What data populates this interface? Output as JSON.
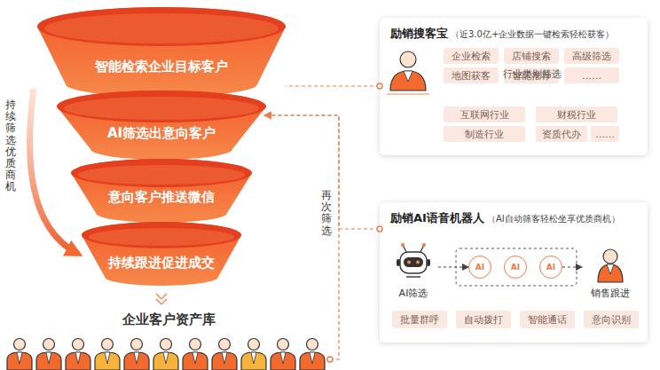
{
  "diagram": {
    "nodes": [
      {
        "text": [
          "智能检索企业目标客户"
        ]
      },
      {
        "text": [
          "AI筛选出意向客户"
        ]
      },
      {
        "text": [
          "意向客户推送微信"
        ]
      },
      {
        "text": [
          "持续跟进促进成交"
        ]
      },
      {
        "text": [
          "企业客户资产库"
        ]
      },
      {
        "text": [
          "励销搜客宝",
          "（近3.0亿+企业数据一键检索轻松获客）"
        ]
      },
      {
        "text": [
          "企业检索"
        ],
        "in": 5
      },
      {
        "text": [
          "店铺搜索"
        ],
        "in": 5
      },
      {
        "text": [
          "高级筛选"
        ],
        "in": 5
      },
      {
        "text": [
          "地图获客"
        ],
        "in": 5
      },
      {
        "text": [
          "智能推荐"
        ],
        "in": 5
      },
      {
        "text": [
          "……"
        ],
        "in": 5
      },
      {
        "text": [
          "互联网行业"
        ],
        "in": 5
      },
      {
        "text": [
          "财税行业"
        ],
        "in": 5
      },
      {
        "text": [
          "制造行业"
        ],
        "in": 5
      },
      {
        "text": [
          "资质代办"
        ],
        "in": 5
      },
      {
        "text": [
          "……"
        ],
        "in": 5
      },
      {
        "text": [
          "励销AI语音机器人",
          "（AI自动筛客轻松坐享优质商机）"
        ]
      },
      {
        "text": [
          "AI筛选"
        ],
        "in": 17
      },
      {
        "text": [
          "AI"
        ],
        "in": 17
      },
      {
        "text": [
          "AI"
        ],
        "in": 17
      },
      {
        "text": [
          "AI"
        ],
        "in": 17
      },
      {
        "text": [
          "销售跟进"
        ],
        "in": 17
      },
      {
        "text": [
          "批量群呼"
        ],
        "in": 17
      },
      {
        "text": [
          "自动拨打"
        ],
        "in": 17
      },
      {
        "text": [
          "智能通话"
        ],
        "in": 17
      },
      {
        "text": [
          "意向识别"
        ],
        "in": 17
      }
    ],
    "edges": [
      {
        "from": 5,
        "to": 0,
        "arrow": "none"
      },
      {
        "from": 17,
        "to": 1,
        "arrow": "to",
        "label": "再次筛选"
      },
      {
        "from": 4,
        "to": 1,
        "arrow": "to"
      },
      {
        "from": 0,
        "to": 3,
        "arrow": "to",
        "label": "持续筛选优质商机"
      },
      {
        "from": 18,
        "to": 19,
        "arrow": "to"
      },
      {
        "from": 21,
        "to": 22,
        "arrow": "to"
      }
    ],
    "labels": [
      "行业类别筛选"
    ]
  }
}
